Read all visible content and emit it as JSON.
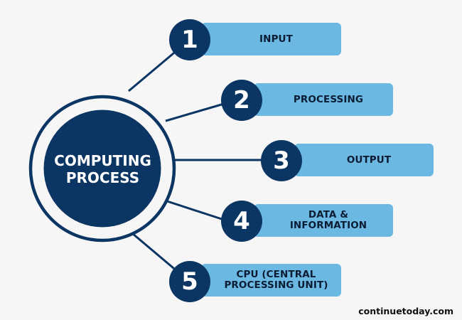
{
  "colors": {
    "background": "#f6f6f7",
    "navy": "#0b3563",
    "bar_blue": "#6bb8e3",
    "bar_text": "#0b1c33"
  },
  "center": {
    "line1": "COMPUTING",
    "line2": "PROCESS"
  },
  "items": [
    {
      "number": "1",
      "label_line1": "INPUT",
      "label_line2": ""
    },
    {
      "number": "2",
      "label_line1": "PROCESSING",
      "label_line2": ""
    },
    {
      "number": "3",
      "label_line1": "OUTPUT",
      "label_line2": ""
    },
    {
      "number": "4",
      "label_line1": "DATA &",
      "label_line2": "INFORMATION"
    },
    {
      "number": "5",
      "label_line1": "CPU (CENTRAL",
      "label_line2": "PROCESSING UNIT)"
    }
  ],
  "watermark": "continuetoday.com"
}
